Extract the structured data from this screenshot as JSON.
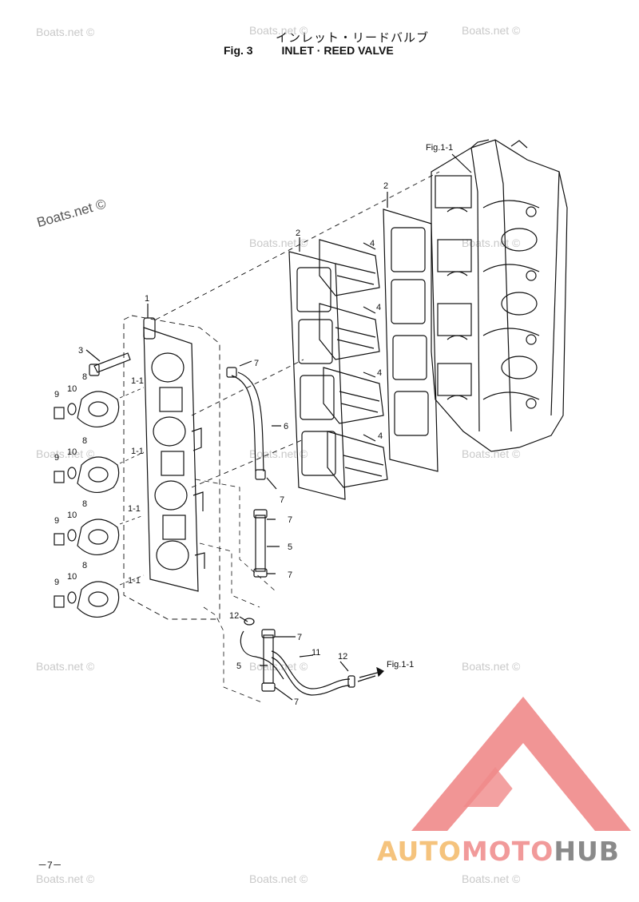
{
  "header": {
    "title_jp": "インレット・リードバルブ",
    "fig_label": "Fig. 3",
    "title_en": "INLET · REED VALVE"
  },
  "watermark": {
    "text": "Boats.net ©",
    "prominent_text": "Boats.net ©"
  },
  "callouts": {
    "fig_ref_top": "Fig.1-1",
    "fig_ref_bottom": "Fig.1-1",
    "part_1": "1",
    "part_2a": "2",
    "part_2b": "2",
    "part_3": "3",
    "part_4": "4",
    "part_5": "5",
    "part_6": "6",
    "part_7": "7",
    "part_8": "8",
    "part_9": "9",
    "part_10": "10",
    "part_11": "11",
    "part_12": "12",
    "part_1_1": "1-1"
  },
  "footer": {
    "page_number": "－7－"
  },
  "logo": {
    "part1": "AUTO",
    "part2": "MOTO",
    "part3": "HUB",
    "colors": {
      "triangle": "#f08a8a",
      "auto": "#f5c37d",
      "moto": "#f19a9a",
      "hub": "#8a8a8a"
    }
  }
}
